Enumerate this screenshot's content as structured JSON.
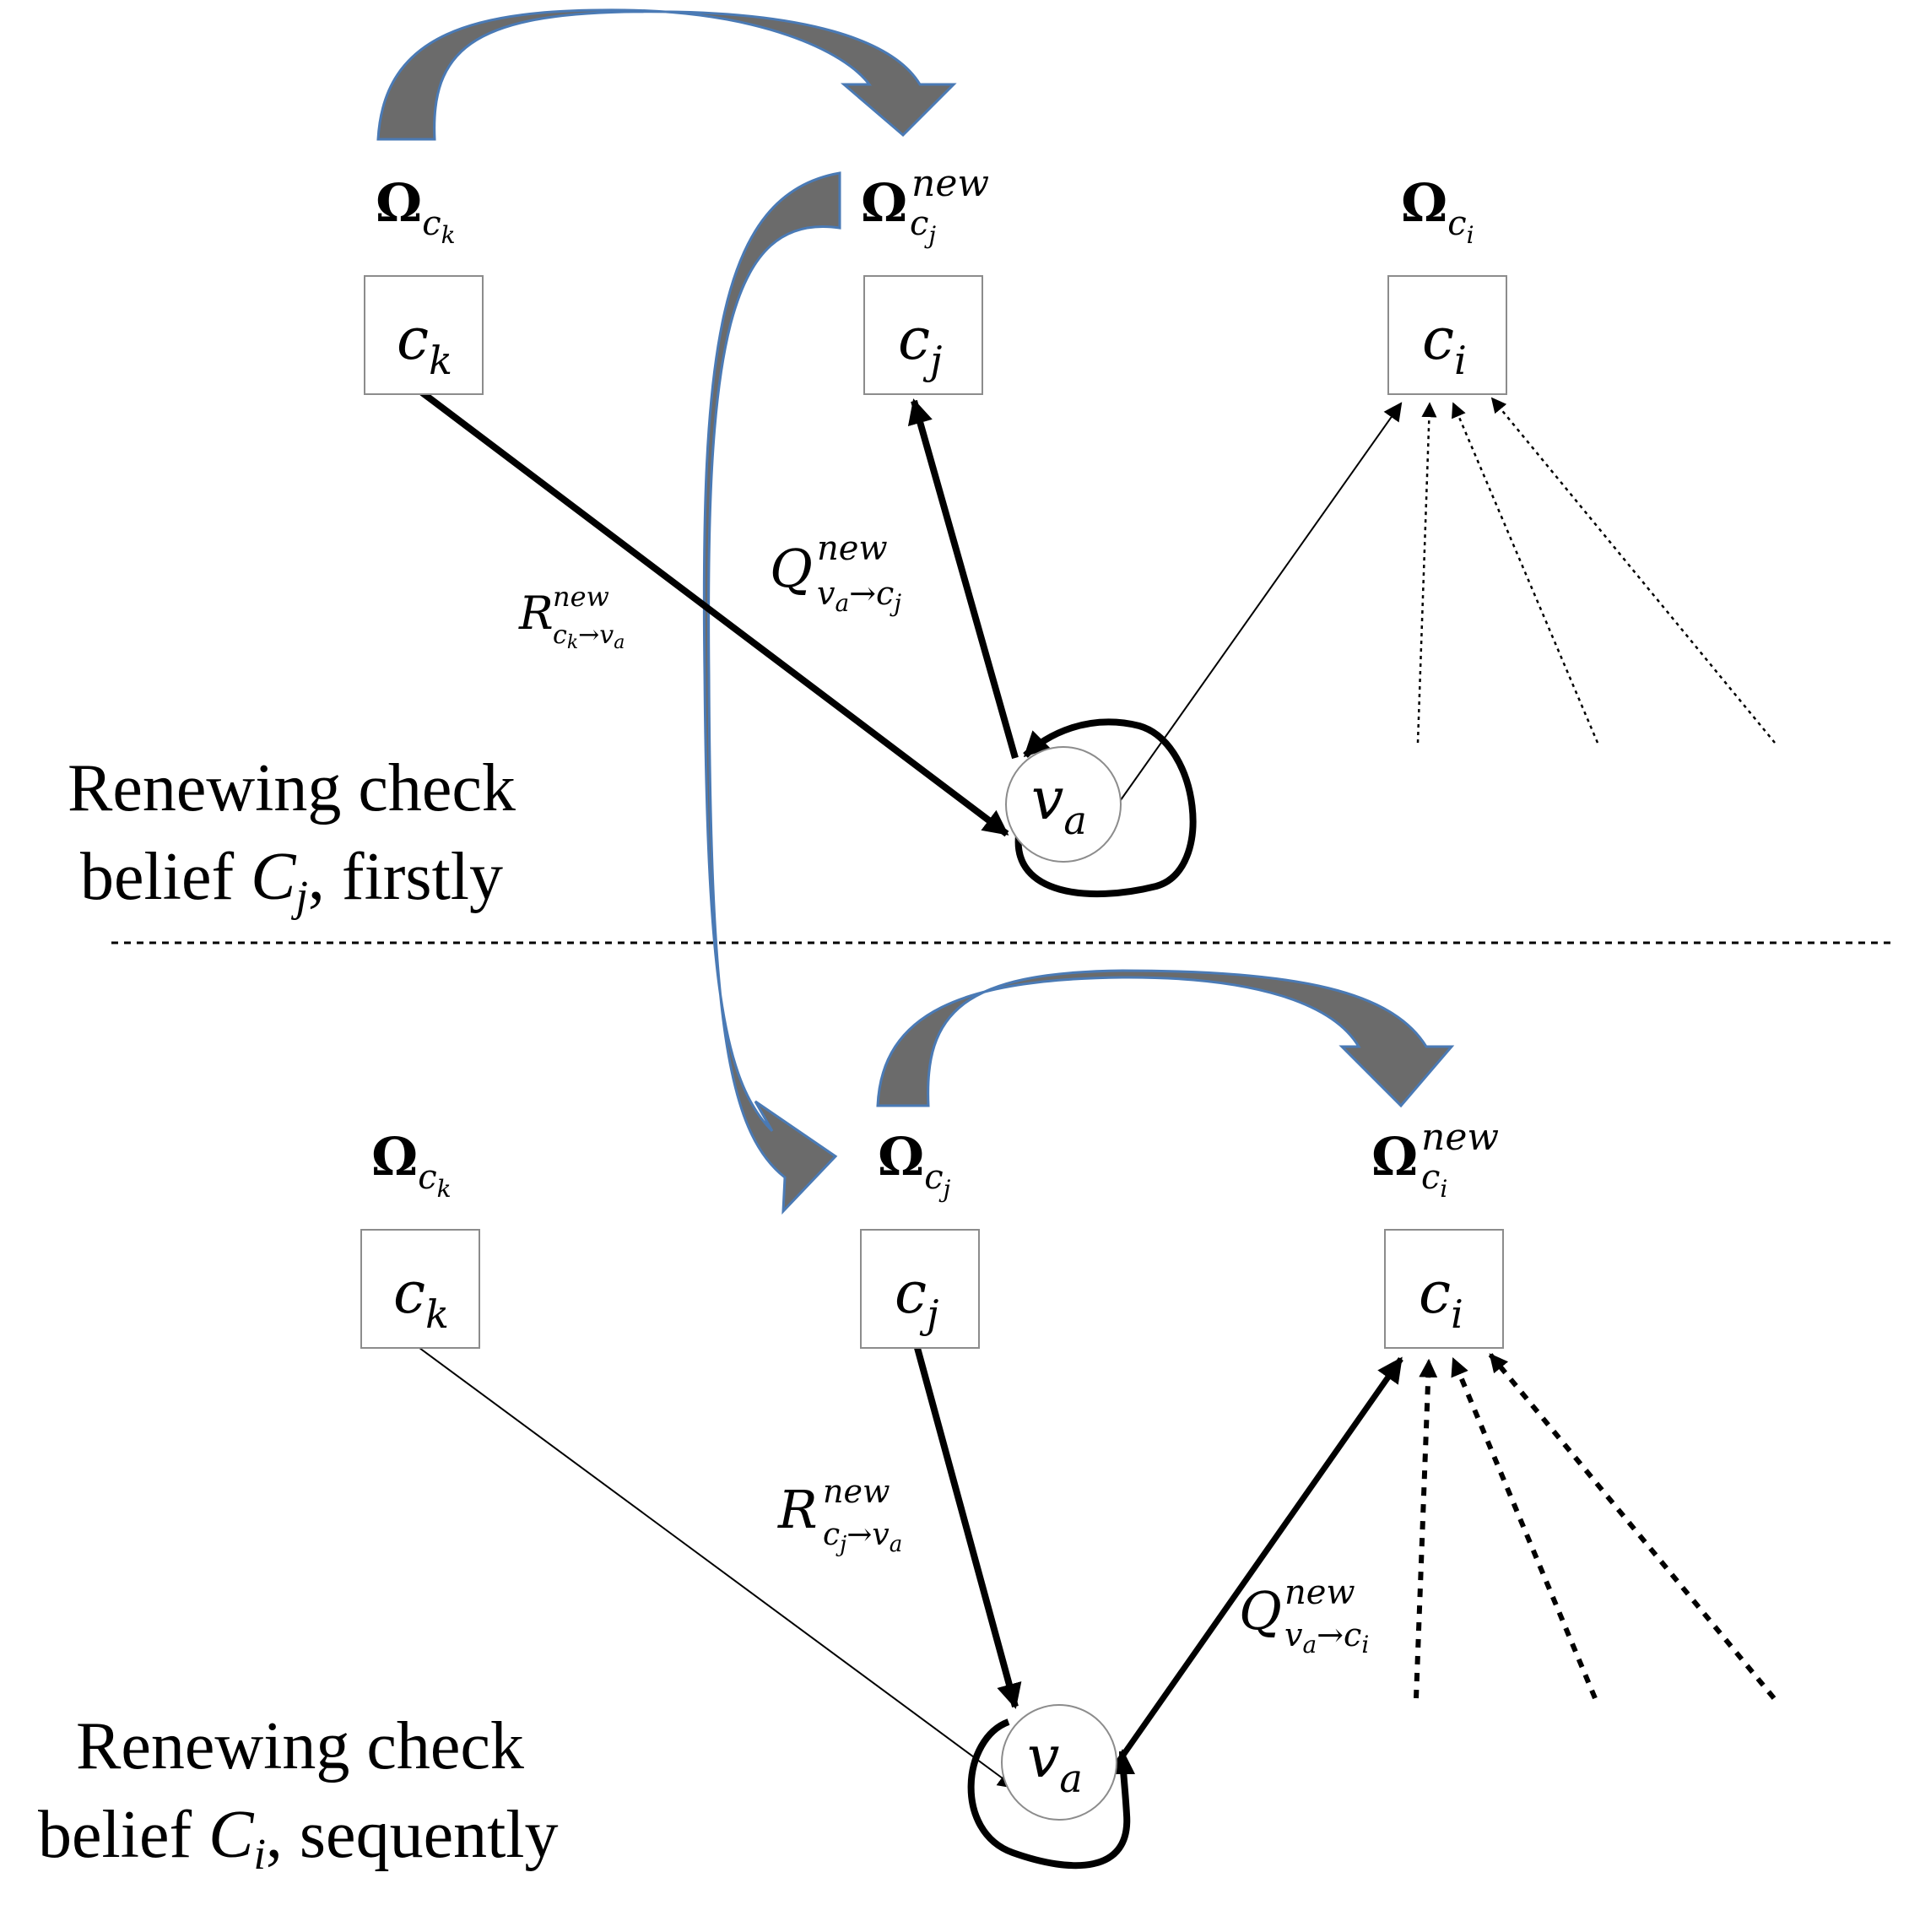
{
  "panels": {
    "top": {
      "caption_line1": "Renewing check",
      "caption_line2_prefix": "belief ",
      "caption_var": "C",
      "caption_sub": "j",
      "caption_line2_suffix": ", firstly",
      "nodes": {
        "ck": {
          "label": "c",
          "sub": "k",
          "omega_sub": "c",
          "omega_subsub": "k",
          "omega_sup": ""
        },
        "cj": {
          "label": "c",
          "sub": "j",
          "omega_sub": "c",
          "omega_subsub": "j",
          "omega_sup": "new"
        },
        "ci": {
          "label": "c",
          "sub": "i",
          "omega_sub": "c",
          "omega_subsub": "i",
          "omega_sup": ""
        },
        "va": {
          "label": "v",
          "sub": "a"
        }
      },
      "messages": {
        "r": {
          "sym": "R",
          "sup": "new",
          "sub": "c",
          "subsub": "k",
          "arrow": "→",
          "to": "v",
          "tosub": "a"
        },
        "q": {
          "sym": "Q",
          "sup": "new",
          "sub": "v",
          "subsub": "a",
          "arrow": "→",
          "to": "c",
          "tosub": "j"
        }
      }
    },
    "bottom": {
      "caption_line1": "Renewing check",
      "caption_line2_prefix": "belief ",
      "caption_var": "C",
      "caption_sub": "i",
      "caption_line2_suffix": ", sequently",
      "nodes": {
        "ck": {
          "label": "c",
          "sub": "k",
          "omega_sub": "c",
          "omega_subsub": "k",
          "omega_sup": ""
        },
        "cj": {
          "label": "c",
          "sub": "j",
          "omega_sub": "c",
          "omega_subsub": "j",
          "omega_sup": ""
        },
        "ci": {
          "label": "c",
          "sub": "i",
          "omega_sub": "c",
          "omega_subsub": "i",
          "omega_sup": "new"
        },
        "va": {
          "label": "v",
          "sub": "a"
        }
      },
      "messages": {
        "r": {
          "sym": "R",
          "sup": "new",
          "sub": "c",
          "subsub": "j",
          "arrow": "→",
          "to": "v",
          "tosub": "a"
        },
        "q": {
          "sym": "Q",
          "sup": "new",
          "sub": "v",
          "subsub": "a",
          "arrow": "→",
          "to": "c",
          "tosub": "i"
        }
      }
    }
  },
  "omega_symbol": "Ω",
  "colors": {
    "stroke": "#000000",
    "node_border": "#8c8c8c",
    "big_arrow_fill": "#6b6b6b",
    "big_arrow_edge": "#4a7ab5",
    "divider": "#000000"
  }
}
